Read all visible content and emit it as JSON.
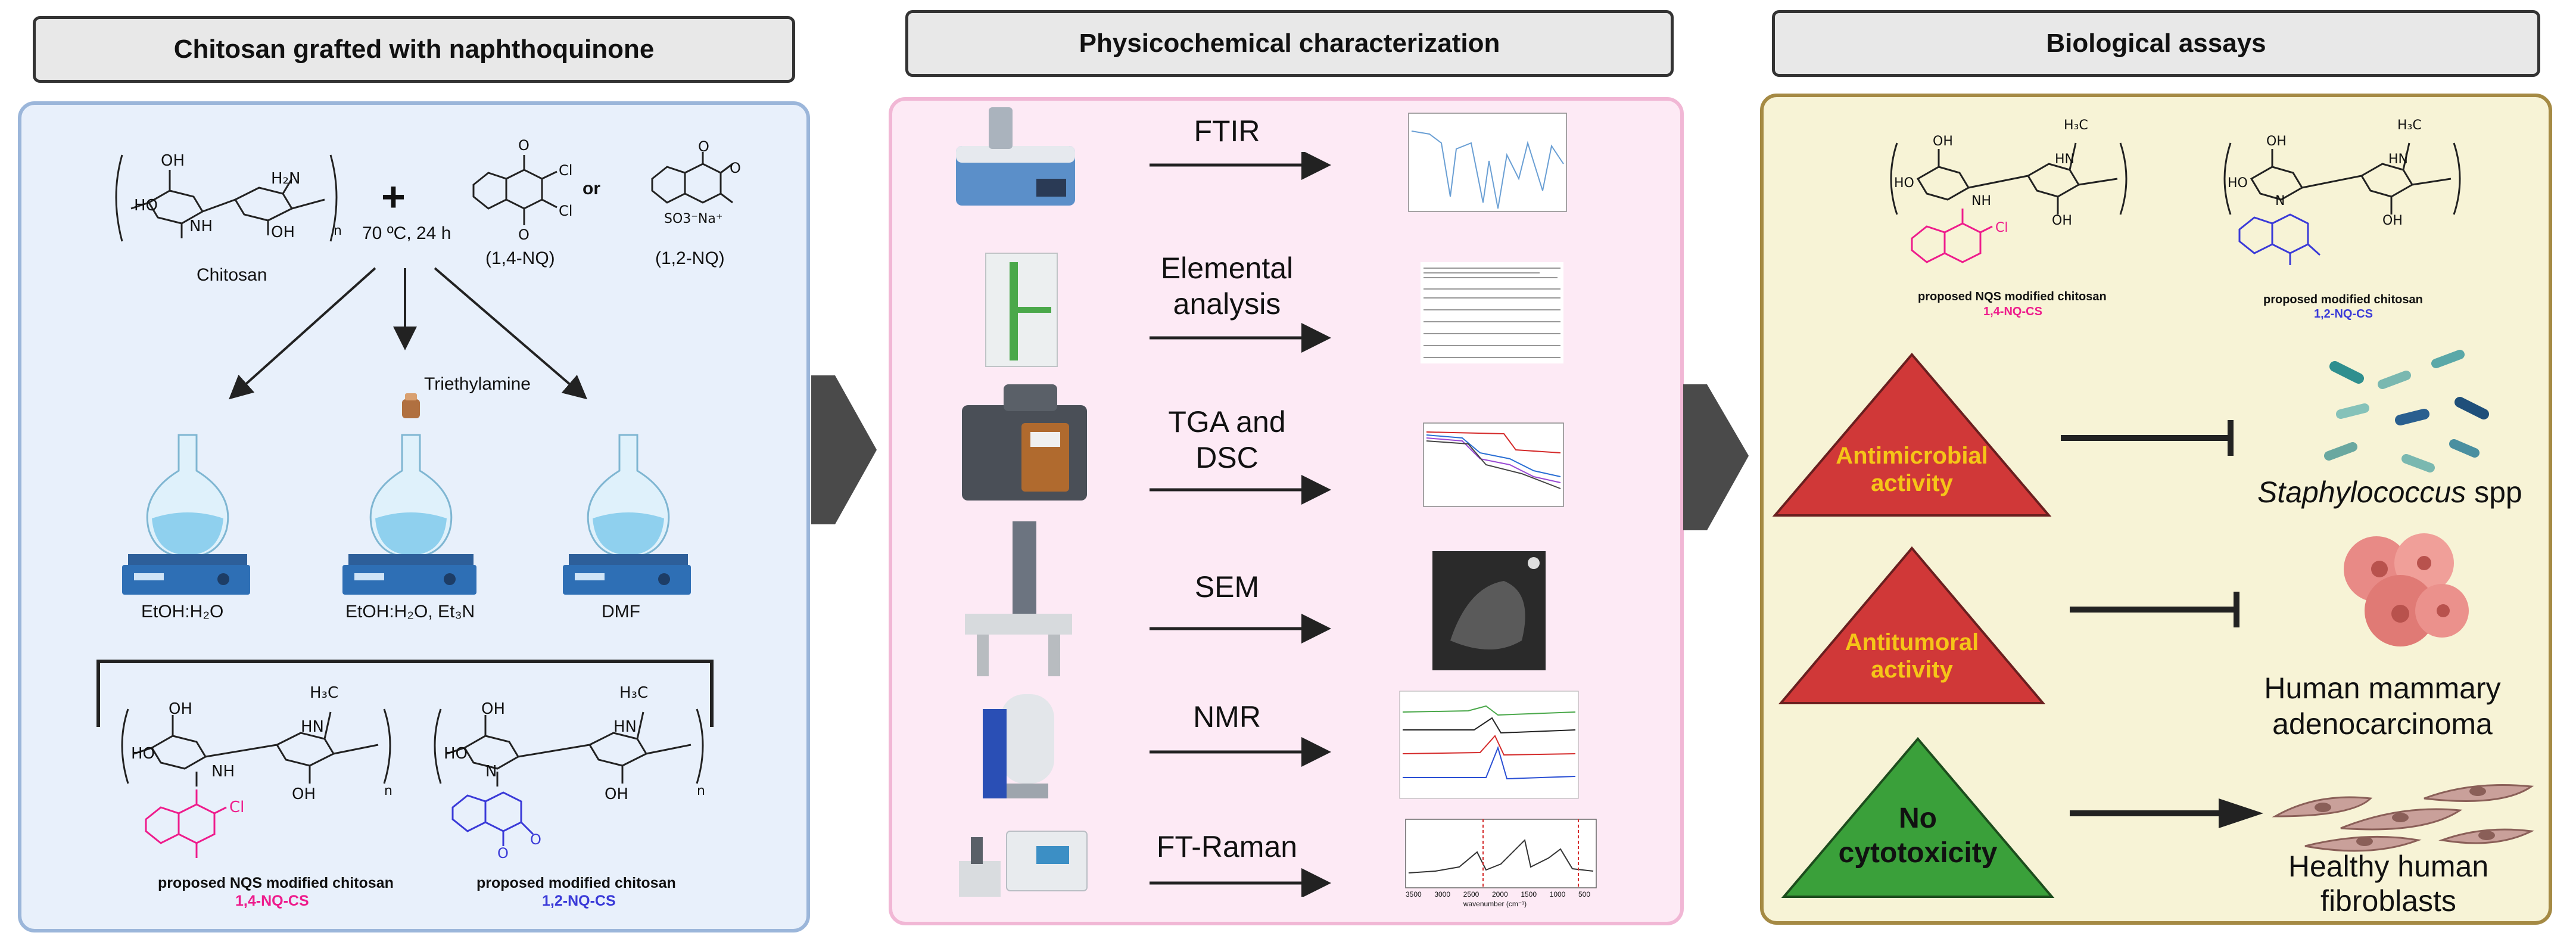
{
  "headers": {
    "synthesis": "Chitosan grafted with naphthoquinone",
    "physchem": "Physicochemical characterization",
    "bio": "Biological assays"
  },
  "synthesis": {
    "chitosan_label": "Chitosan",
    "plus": "+",
    "conditions": "70 ºC, 24 h",
    "nq14_label": "(1,4-NQ)",
    "or": "or",
    "nq12_label": "(1,2-NQ)",
    "sulfonate": "SO3⁻Na⁺",
    "triethylamine": "Triethylamine",
    "solvents": [
      "EtOH:H₂O",
      "EtOH:H₂O, Et₃N",
      "DMF"
    ],
    "product1_title": "proposed NQS modified chitosan",
    "product1_code": "1,4-NQ-CS",
    "product2_title": "proposed modified chitosan",
    "product2_code": "1,2-NQ-CS",
    "atoms": {
      "oh": "OH",
      "ho": "HO",
      "o": "O",
      "n": "N",
      "nh": "NH",
      "h2n": "H₂N",
      "h3c": "H₃C",
      "hn": "HN",
      "cl": "Cl",
      "sub_n": "n"
    }
  },
  "physchem": {
    "techniques": [
      "FTIR",
      "Elemental analysis",
      "TGA and DSC",
      "SEM",
      "NMR",
      "FT-Raman"
    ],
    "raman_axis": "wavenumber (cm⁻¹)",
    "raman_ticks": [
      "3500",
      "3000",
      "2500",
      "2000",
      "1500",
      "1000",
      "500"
    ]
  },
  "bio": {
    "product1_title": "proposed NQS modified chitosan",
    "product1_code": "1,4-NQ-CS",
    "product2_title": "proposed modified chitosan",
    "product2_code": "1,2-NQ-CS",
    "assays": [
      {
        "label_line1": "Antimicrobial",
        "label_line2": "activity",
        "target_italic": "Staphylococcus",
        "target_rest": " spp",
        "color": "#d03838",
        "text_color": "#f5c518"
      },
      {
        "label_line1": "Antitumoral",
        "label_line2": "activity",
        "target_line1": "Human mammary",
        "target_line2": "adenocarcinoma",
        "color": "#d03838",
        "text_color": "#f5c518"
      },
      {
        "label_line1": "No",
        "label_line2": "cytotoxicity",
        "target_line1": "Healthy human",
        "target_line2": "fibroblasts",
        "color": "#3aa03a",
        "text_color": "#111111"
      }
    ]
  },
  "colors": {
    "pink": "#ee1c8c",
    "blue": "#3a3ad8",
    "panel1_bg": "#e8f0fb",
    "panel2_bg": "#fdeaf5",
    "panel3_bg": "#f7f3d6"
  }
}
